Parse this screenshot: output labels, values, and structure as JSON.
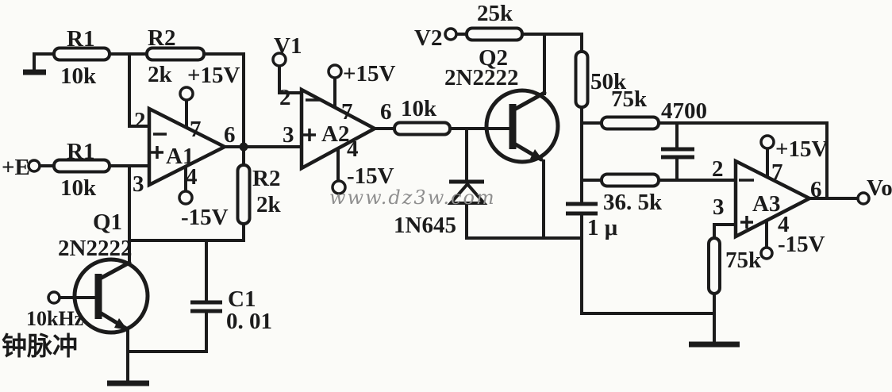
{
  "watermark": "www.dz3w.com",
  "labels": {
    "input_e": "+E",
    "v1": "V1",
    "v2": "V2",
    "vo": "Vo",
    "r1a": {
      "name": "R1",
      "value": "10k"
    },
    "r2a": {
      "name": "R2",
      "value": "2k"
    },
    "r1b": {
      "name": "R1",
      "value": "10k"
    },
    "r2b": {
      "name": "R2",
      "value": "2k"
    },
    "r_10k_mid": "10k",
    "r_25k": "25k",
    "r_50k": "50k",
    "r_75k_top": "75k",
    "c_4700": "4700",
    "r_365k": "36. 5k",
    "c_1u": "1 μ",
    "r_75k_gnd": "75k",
    "a1": {
      "name": "A1",
      "pin2": "2",
      "pin3": "3",
      "pin4": "4",
      "pin6": "6",
      "pin7": "7",
      "vplus": "+15V",
      "vminus": "-15V"
    },
    "a2": {
      "name": "A2",
      "pin2": "2",
      "pin3": "3",
      "pin4": "4",
      "pin6": "6",
      "pin7": "7",
      "vplus": "+15V",
      "vminus": "-15V"
    },
    "a3": {
      "name": "A3",
      "pin2": "2",
      "pin3": "3",
      "pin4": "4",
      "pin6": "6",
      "pin7": "7",
      "vplus": "+15V",
      "vminus": "-15V"
    },
    "q1": {
      "ref": "Q1",
      "part": "2N2222",
      "clock_freq": "10kHz",
      "clock_cn": "钟脉冲"
    },
    "q2": {
      "ref": "Q2",
      "part": "2N2222"
    },
    "c1": {
      "ref": "C1",
      "value": "0. 01"
    },
    "d1": "1N645"
  },
  "colors": {
    "ink": "#1b1b1b",
    "paper": "#fbfbf8",
    "watermark": "#8f8f8f"
  }
}
